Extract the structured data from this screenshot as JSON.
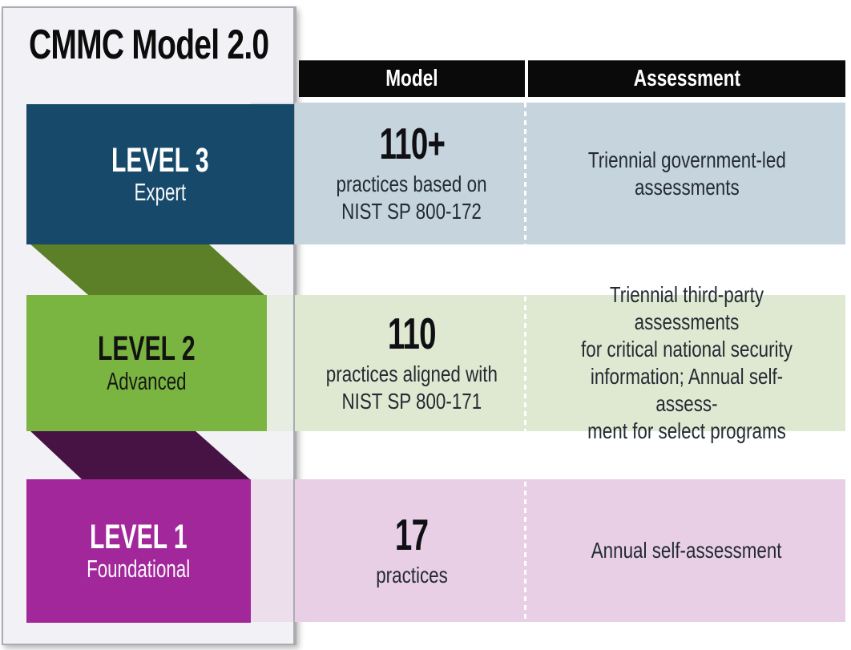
{
  "title": "CMMC Model 2.0",
  "table": {
    "headers": {
      "model": "Model",
      "assessment": "Assessment"
    },
    "rows": [
      {
        "level": "LEVEL 3",
        "sublevel": "Expert",
        "model_count": "110+",
        "model_desc": "practices based on\nNIST SP 800-172",
        "assessment": "Triennial government-led\nassessments"
      },
      {
        "level": "LEVEL 2",
        "sublevel": "Advanced",
        "model_count": "110",
        "model_desc": "practices aligned with\nNIST SP 800-171",
        "assessment": "Triennial third-party assessments\nfor critical national security\ninformation; Annual self-assess-\nment for select programs"
      },
      {
        "level": "LEVEL 1",
        "sublevel": "Foundational",
        "model_count": "17",
        "model_desc": "practices",
        "assessment": "Annual self-assessment"
      }
    ]
  },
  "colors": {
    "navy": "#17496A",
    "olive": "#5C8028",
    "green": "#7BB541",
    "plum": "#471345",
    "magenta": "#A1279A",
    "row_blue": "#C6D4DD",
    "row_green": "#DFE9D2",
    "row_pink": "#E8CFE6",
    "header_black": "#0A0A0A",
    "panel": "#F2F1F5",
    "panel_border": "#ABABB2",
    "text_dark": "#232B33"
  }
}
